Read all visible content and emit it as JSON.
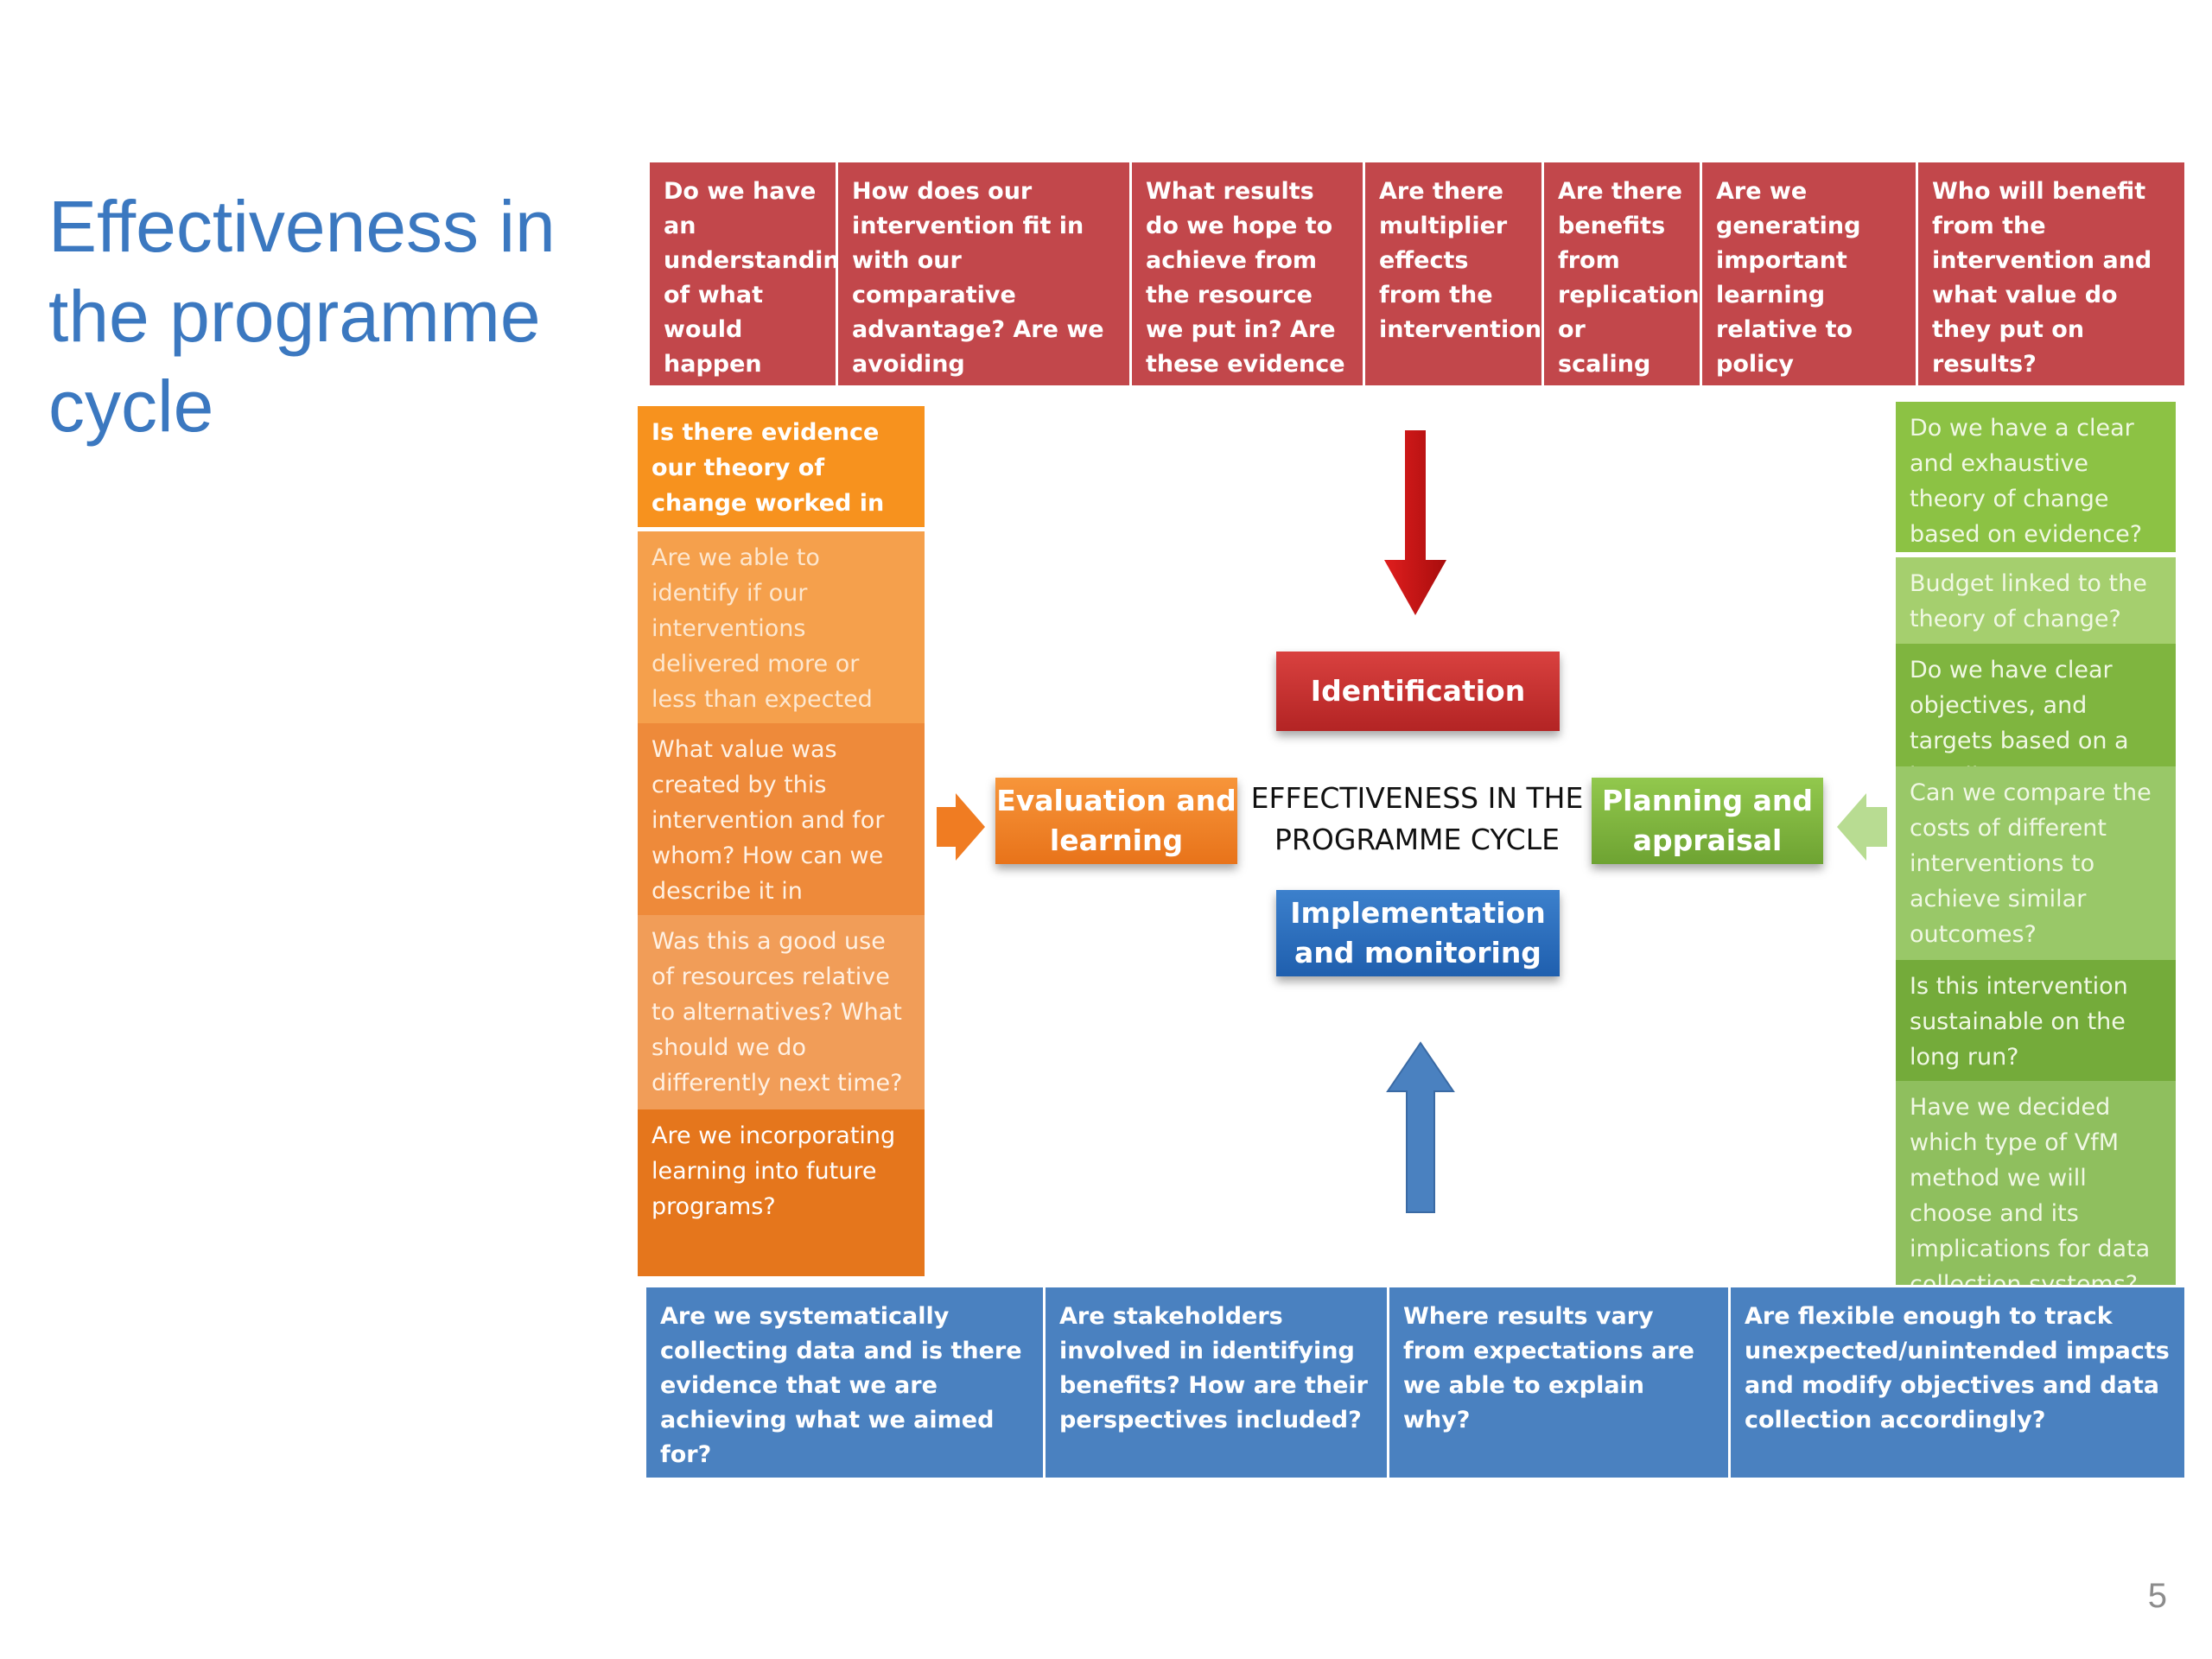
{
  "slide": {
    "title": "Effectiveness in the programme cycle",
    "page_number": "5"
  },
  "diagram": {
    "center_label": "EFFECTIVENESS IN THE PROGRAMME CYCLE",
    "stages": {
      "identification": "Identification",
      "evaluation": "Evaluation and learning",
      "planning": "Planning and appraisal",
      "implementation": "Implementation and monitoring"
    },
    "top_questions": [
      "Do we have an understanding of what would happen without the intervention?",
      "How does our intervention fit in with our comparative advantage? Are we avoiding duplication with other actors?",
      "What results do we hope to achieve from the resource we put in? Are these evidence based?",
      "Are there multiplier effects from the intervention?",
      "Are there benefits from replication or scaling up?",
      "Are we generating important learning relative to policy orientations?",
      "Who will benefit from the intervention and what value do they put on results?"
    ],
    "left_questions": [
      "Is there evidence our theory of change worked in practice?",
      "Are we able to identify if our interventions delivered more or less than expected and why?",
      "What value was created by this intervention and for whom? How can we describe it in concrete ways?",
      "Was this a good use of resources relative to alternatives? What should we do differently next time?",
      "Are we incorporating learning into future programs?"
    ],
    "right_questions": [
      "Do we have a clear and exhaustive theory of change based on evidence?",
      "Budget linked to the theory of change?",
      "Do we have clear objectives, and targets based on a baseline?",
      "Can we compare the costs of different interventions to achieve similar outcomes?",
      "Is this intervention sustainable on the long run?",
      "Have we decided which type of VfM method we will choose and its implications for data collection systems?"
    ],
    "bottom_questions": [
      "Are we systematically collecting data and is there evidence that we are achieving what we aimed for?",
      "Are stakeholders involved in identifying benefits? How are their perspectives included?",
      "Where results vary from expectations are we able to explain why?",
      "Are flexible enough to track unexpected/unintended impacts and modify objectives and data collection accordingly?"
    ],
    "colors": {
      "top_red": "#c2474b",
      "bottom_blue": "#4a81c0",
      "orange": "#f07c22",
      "green": "#7fb53f",
      "title_blue": "#3b78c0"
    },
    "arrows": {
      "top": "down-arrow-red",
      "bottom": "up-arrow-blue",
      "left": "right-arrow-orange",
      "right": "left-arrow-green"
    }
  }
}
